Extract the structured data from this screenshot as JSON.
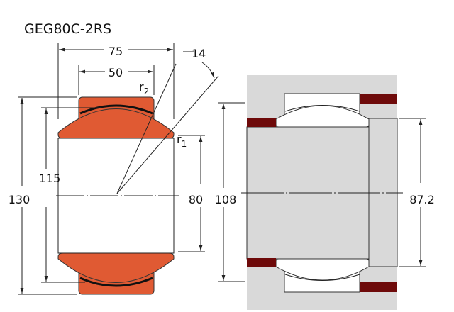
{
  "title": "GEG80C-2RS",
  "colors": {
    "ring": "#e05a33",
    "seal": "#6e0a0a",
    "housing": "#d9d9d9"
  },
  "left_view": {
    "dims": {
      "width_outer": "75",
      "width_inner": "50",
      "outer_diameter": "130",
      "sphere_diameter": "115",
      "bore": "80",
      "tilt_angle": "14"
    },
    "radius_labels": {
      "r2_base": "r",
      "r2_sub": "2",
      "r1_base": "r",
      "r1_sub": "1"
    }
  },
  "right_view": {
    "dims": {
      "housing_shoulder": "108",
      "shaft_shoulder": "87.2"
    }
  }
}
